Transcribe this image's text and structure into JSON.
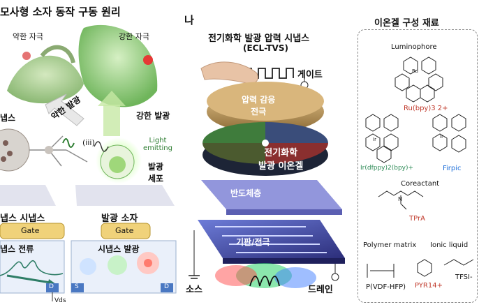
{
  "left": {
    "title": "모사형 소자 동작 구동 원리",
    "weak_stimulus": "약한 자극",
    "strong_stimulus": "강한 자극",
    "weak_emission": "약한 발광",
    "strong_emission": "강한 발광",
    "synapse": "냅스",
    "step": "(iii)",
    "light_emitting": "Light\nemitting",
    "cell": "발광\n세포",
    "synapse_device": "냅스 시냅스",
    "gate": "Gate",
    "current": "냅스 전류",
    "emission_device": "발광 소자",
    "synapse_emission": "시냅스 발광",
    "terminal_d": "D",
    "terminal_s": "S",
    "vds": "Vds"
  },
  "middle": {
    "panel_label": "나",
    "title": "전기화학 발광 압력 시냅스",
    "subtitle": "(ECL-TVS)",
    "gate": "게이트",
    "pressure_electrode": "압력 감응\n전극",
    "ion_gel": "전기화학\n발광 이온겔",
    "semiconductor": "반도체층",
    "substrate": "기판/전극",
    "source": "소스",
    "drain": "드레인"
  },
  "right": {
    "title": "이온겔 구성 재료",
    "luminophore": "Luminophore",
    "ru": "Ru(bpy)3 2+",
    "ir": "Ir(dfppy)2(bpy)+",
    "firpic": "Firpic",
    "coreactant": "Coreactant",
    "tpra": "TPrA",
    "polymer": "Polymer matrix",
    "ionic": "Ionic liquid",
    "pvdf": "P(VDF-HFP)",
    "pyr": "PYR14+",
    "tfsi": "TFSI-"
  },
  "colors": {
    "ru": "#c0392b",
    "ir": "#2e8b57",
    "firpic": "#1e6fd9",
    "pyr": "#c0392b"
  }
}
